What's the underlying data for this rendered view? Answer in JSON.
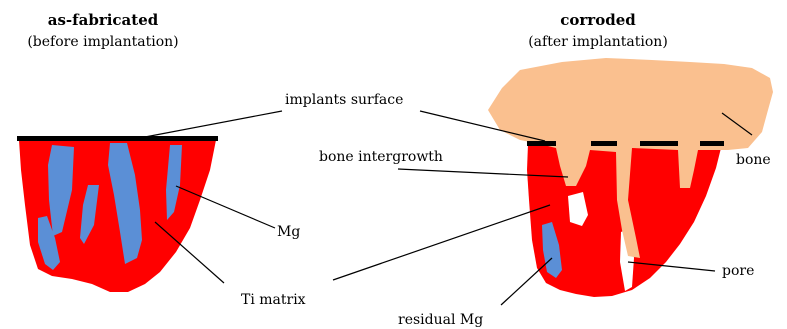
{
  "left_panel": {
    "title": "as-fabricated",
    "subtitle": "(before implantation)"
  },
  "right_panel": {
    "title": "corroded",
    "subtitle": "(after implantation)"
  },
  "labels": {
    "implants_surface": "implants surface",
    "bone_intergrowth": "bone intergrowth",
    "bone": "bone",
    "mg": "Mg",
    "ti_matrix": "Ti matrix",
    "pore": "pore",
    "residual_mg": "residual Mg"
  },
  "colors": {
    "ti_matrix": "#ff0000",
    "mg": "#5b8fd6",
    "bone": "#fac08f",
    "surface": "#000000",
    "pore": "#ffffff"
  }
}
